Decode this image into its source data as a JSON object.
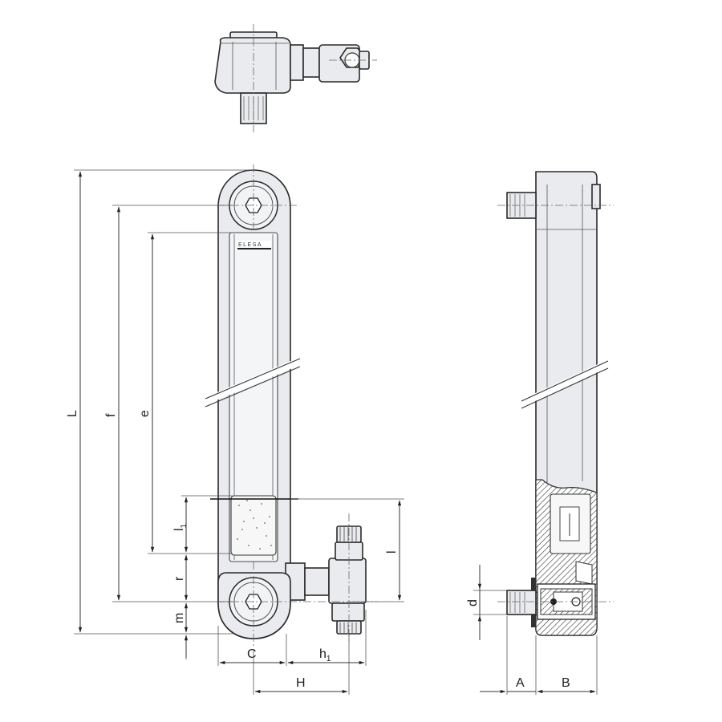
{
  "brand": "ELESA",
  "dimensions": {
    "L": "L",
    "f": "f",
    "e": "e",
    "l1_main": "l",
    "l1_sub": "1",
    "l": "l",
    "r": "r",
    "m": "m",
    "C": "C",
    "h1_main": "h",
    "h1_sub": "1",
    "H": "H",
    "d": "d",
    "A": "A",
    "B": "B"
  }
}
